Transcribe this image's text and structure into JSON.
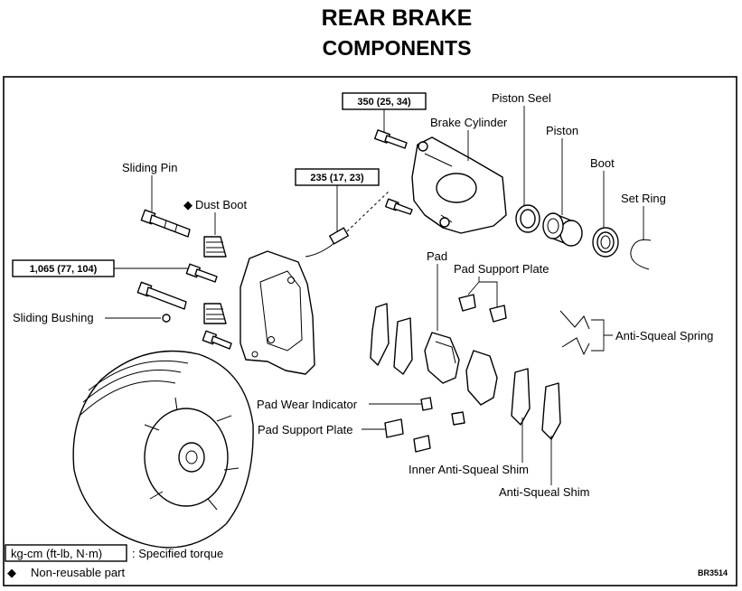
{
  "title": "REAR BRAKE",
  "subtitle": "COMPONENTS",
  "torques": {
    "caliper_bolt": "350 (25, 34)",
    "union_bolt": "235 (17, 23)",
    "mounting_bolt": "1,065 (77, 104)"
  },
  "labels": {
    "piston_seel": "Piston Seel",
    "brake_cylinder": "Brake Cylinder",
    "piston": "Piston",
    "boot": "Boot",
    "set_ring": "Set Ring",
    "sliding_pin": "Sliding Pin",
    "dust_boot": "Dust Boot",
    "pad": "Pad",
    "pad_support_plate_top": "Pad Support Plate",
    "sliding_bushing": "Sliding Bushing",
    "anti_squeal_spring": "Anti-Squeal Spring",
    "pad_wear_indicator": "Pad Wear Indicator",
    "pad_support_plate_bottom": "Pad Support Plate",
    "inner_anti_squeal_shim": "Inner Anti-Squeal Shim",
    "anti_squeal_shim": "Anti-Squeal Shim"
  },
  "legend": {
    "torque_unit": "kg-cm (ft-lb, N·m)",
    "torque_desc": ":  Specified torque",
    "nonreusable_symbol": "◆",
    "nonreusable_desc": "Non-reusable part"
  },
  "ref_code": "BR3514"
}
